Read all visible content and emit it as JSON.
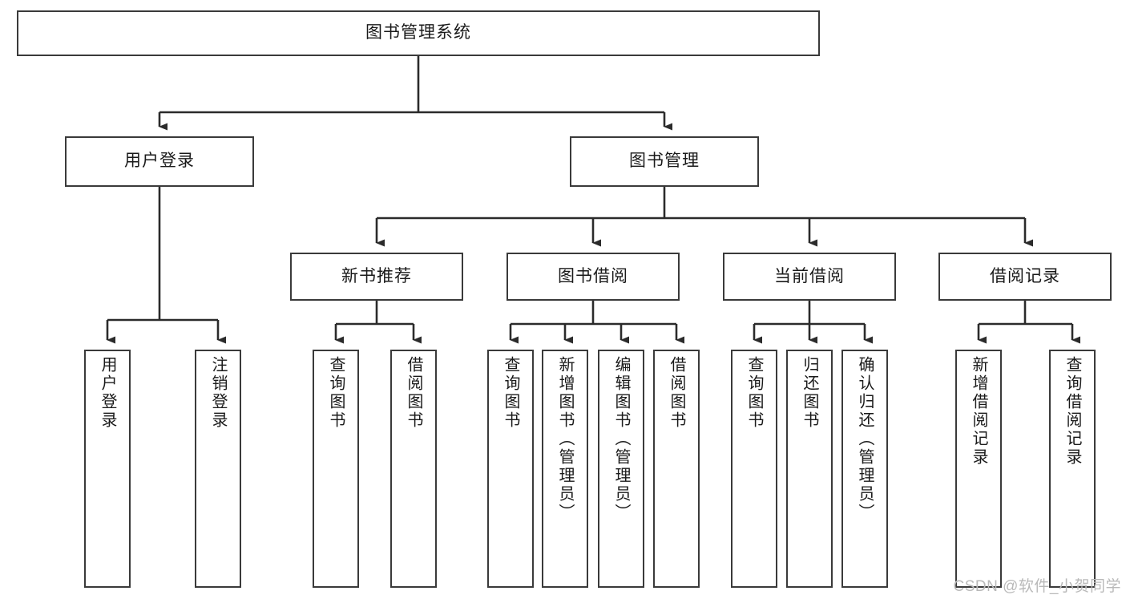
{
  "diagram": {
    "title": "图书管理系统",
    "type": "tree",
    "orientation": "top-down",
    "colors": {
      "box_border": "#3a3a3a",
      "box_fill": "#ffffff",
      "edge": "#2b2b2b",
      "text": "#1a1a1a",
      "watermark": "#b9b9b9",
      "background": "#ffffff"
    }
  },
  "watermark": {
    "text": "CSDN @软件_小贺同学"
  },
  "nodes": {
    "root": {
      "label": "图书管理系统",
      "level": 1
    },
    "level2": [
      {
        "id": "user-login",
        "label": "用户登录",
        "level": 2
      },
      {
        "id": "book-management",
        "label": "图书管理",
        "level": 2
      }
    ],
    "level3": [
      {
        "id": "new-book-recommend",
        "label": "新书推荐",
        "level": 3
      },
      {
        "id": "book-borrow",
        "label": "图书借阅",
        "level": 3
      },
      {
        "id": "current-borrow",
        "label": "当前借阅",
        "level": 3
      },
      {
        "id": "borrow-record",
        "label": "借阅记录",
        "level": 3
      }
    ],
    "leaves": [
      {
        "id": "leaf-user-login",
        "label": "用户登录",
        "parent": "user-login",
        "level": 4
      },
      {
        "id": "leaf-logout-login",
        "label": "注销登录",
        "parent": "user-login",
        "level": 4
      },
      {
        "id": "leaf-query-book-1",
        "label": "查询图书",
        "parent": "new-book-recommend",
        "level": 4
      },
      {
        "id": "leaf-borrow-book-1",
        "label": "借阅图书",
        "parent": "new-book-recommend",
        "level": 4
      },
      {
        "id": "leaf-query-book-2",
        "label": "查询图书",
        "parent": "book-borrow",
        "level": 4
      },
      {
        "id": "leaf-add-book",
        "label": "新增图书（管理员）",
        "parent": "book-borrow",
        "level": 4
      },
      {
        "id": "leaf-edit-book",
        "label": "编辑图书（管理员）",
        "parent": "book-borrow",
        "level": 4
      },
      {
        "id": "leaf-borrow-book-2",
        "label": "借阅图书",
        "parent": "book-borrow",
        "level": 4
      },
      {
        "id": "leaf-query-book-3",
        "label": "查询图书",
        "parent": "current-borrow",
        "level": 4
      },
      {
        "id": "leaf-return-book",
        "label": "归还图书",
        "parent": "current-borrow",
        "level": 4
      },
      {
        "id": "leaf-confirm-return",
        "label": "确认归还（管理员）",
        "parent": "current-borrow",
        "level": 4
      },
      {
        "id": "leaf-add-record",
        "label": "新增借阅记录",
        "parent": "borrow-record",
        "level": 4
      },
      {
        "id": "leaf-query-record",
        "label": "查询借阅记录",
        "parent": "borrow-record",
        "level": 4
      }
    ]
  }
}
